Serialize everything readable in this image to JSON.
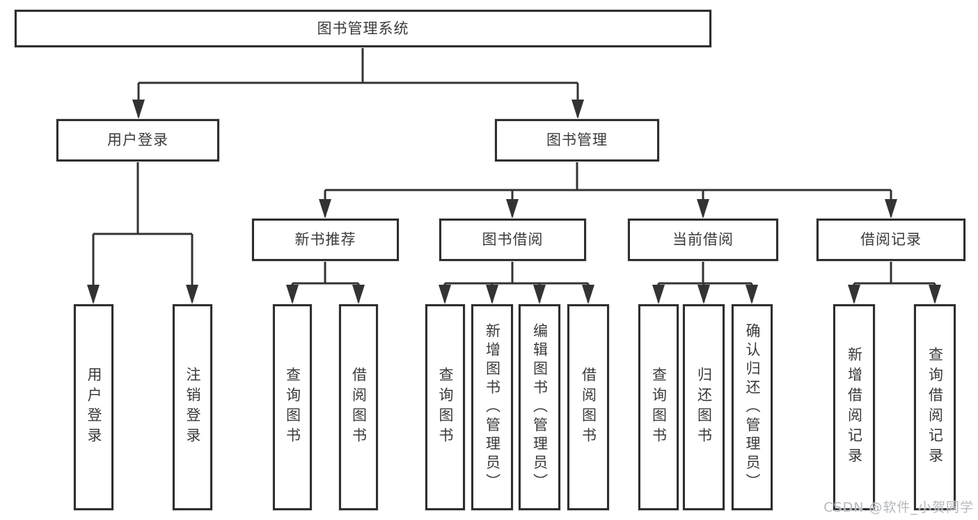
{
  "colors": {
    "box_border": "#2e2e2e",
    "connector": "#333333",
    "text": "#3a3a3a",
    "watermark": "#b4b8be",
    "background": "#ffffff"
  },
  "watermark": {
    "text": "CSDN @软件_小贺同学"
  },
  "tree": {
    "label": "图书管理系统",
    "children": [
      {
        "label": "用户登录",
        "children": [
          {
            "label": "用户登录"
          },
          {
            "label": "注销登录"
          }
        ]
      },
      {
        "label": "图书管理",
        "children": [
          {
            "label": "新书推荐",
            "children": [
              {
                "label": "查询图书"
              },
              {
                "label": "借阅图书"
              }
            ]
          },
          {
            "label": "图书借阅",
            "children": [
              {
                "label": "查询图书"
              },
              {
                "label": "新增图书（管理员）"
              },
              {
                "label": "编辑图书（管理员）"
              },
              {
                "label": "借阅图书"
              }
            ]
          },
          {
            "label": "当前借阅",
            "children": [
              {
                "label": "查询图书"
              },
              {
                "label": "归还图书"
              },
              {
                "label": "确认归还（管理员）"
              }
            ]
          },
          {
            "label": "借阅记录",
            "children": [
              {
                "label": "新增借阅记录"
              },
              {
                "label": "查询借阅记录"
              }
            ]
          }
        ]
      }
    ]
  }
}
